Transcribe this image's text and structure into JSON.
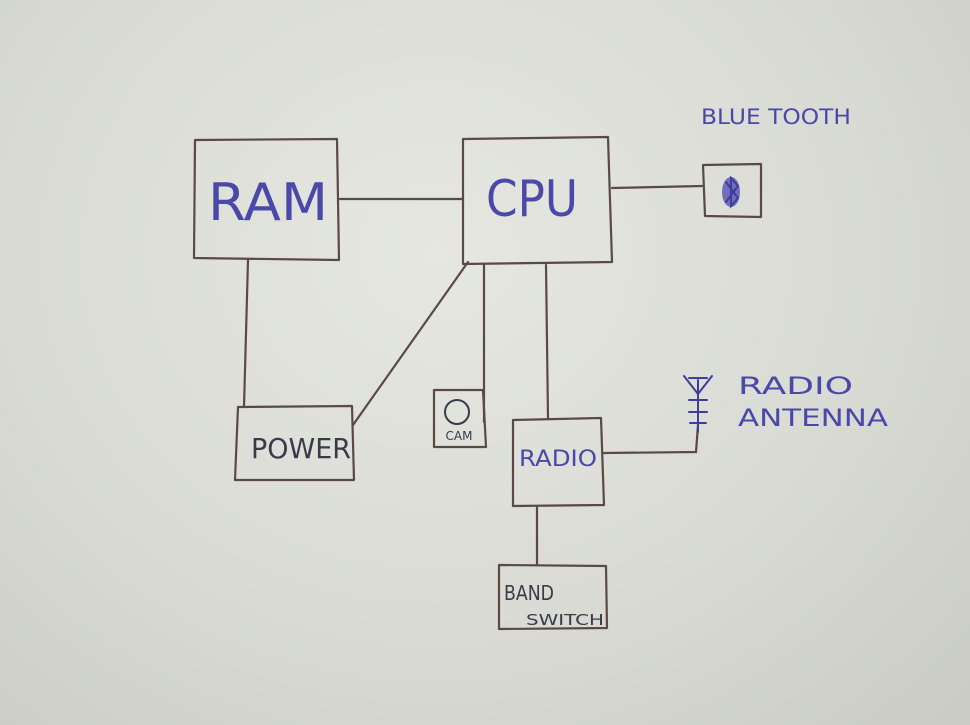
{
  "components": {
    "ram": "RAM",
    "cpu": "CPU",
    "power": "POWER",
    "cam": "CAM",
    "radio": "RADIO",
    "band_switch_line1": "BAND",
    "band_switch_line2": "SWITCH"
  },
  "labels": {
    "bluetooth": "BLUE TOOTH",
    "radio_antenna_line1": "RADIO",
    "radio_antenna_line2": "ANTENNA"
  },
  "colors": {
    "ink_blue": "#4a48a8",
    "pencil": "#5a4a44",
    "paper": "#e2e3dd"
  }
}
